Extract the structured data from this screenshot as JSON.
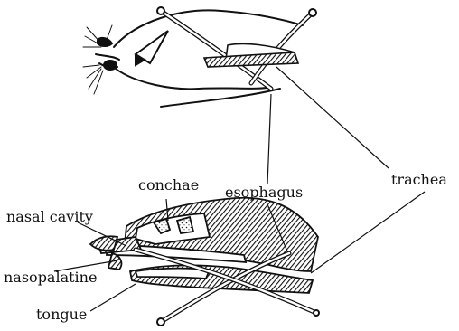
{
  "labels": {
    "trachea": "trachea",
    "esophagus": "esophagus",
    "conchae": "conchae",
    "nasal_cavity": "nasal cavity",
    "nasopalatine": "nasopalatine",
    "tongue": "tongue"
  },
  "colors": {
    "ink": "#111111",
    "background": "#ffffff"
  }
}
